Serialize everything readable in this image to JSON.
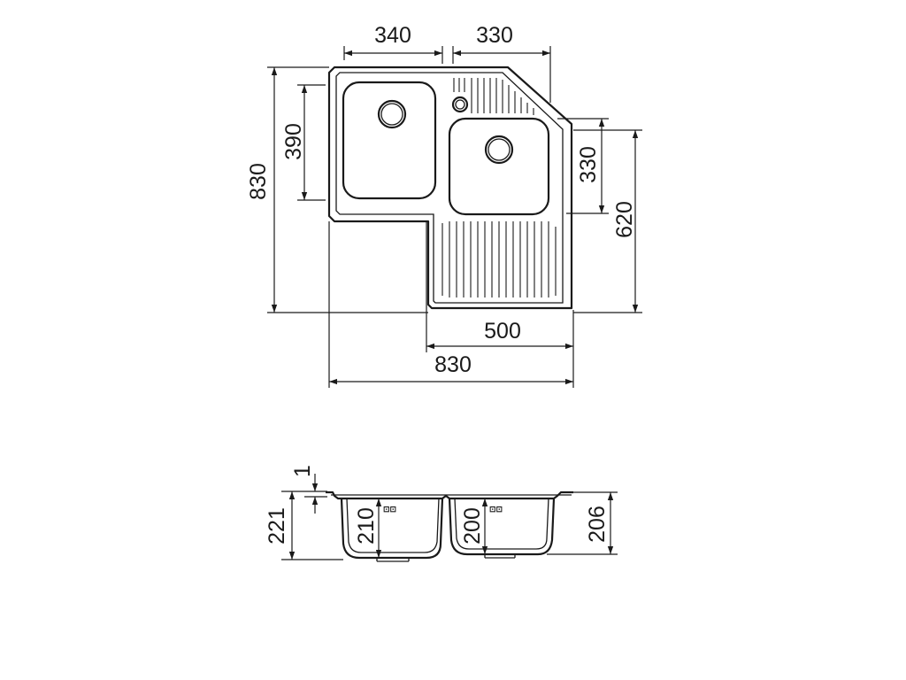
{
  "plan_view": {
    "width_left_bowl": "340",
    "width_right_bowl": "330",
    "depth_left_bowl": "390",
    "depth_right_bowl": "330",
    "overall_height": "830",
    "right_height": "620",
    "drainer_width": "500",
    "overall_width": "830"
  },
  "section_view": {
    "rim_thickness": "1",
    "total_depth": "221",
    "left_bowl_depth": "210",
    "right_bowl_depth": "200",
    "outer_depth": "206",
    "overflow_marker_left": "⊡⊡",
    "overflow_marker_right": "⊡⊡"
  }
}
